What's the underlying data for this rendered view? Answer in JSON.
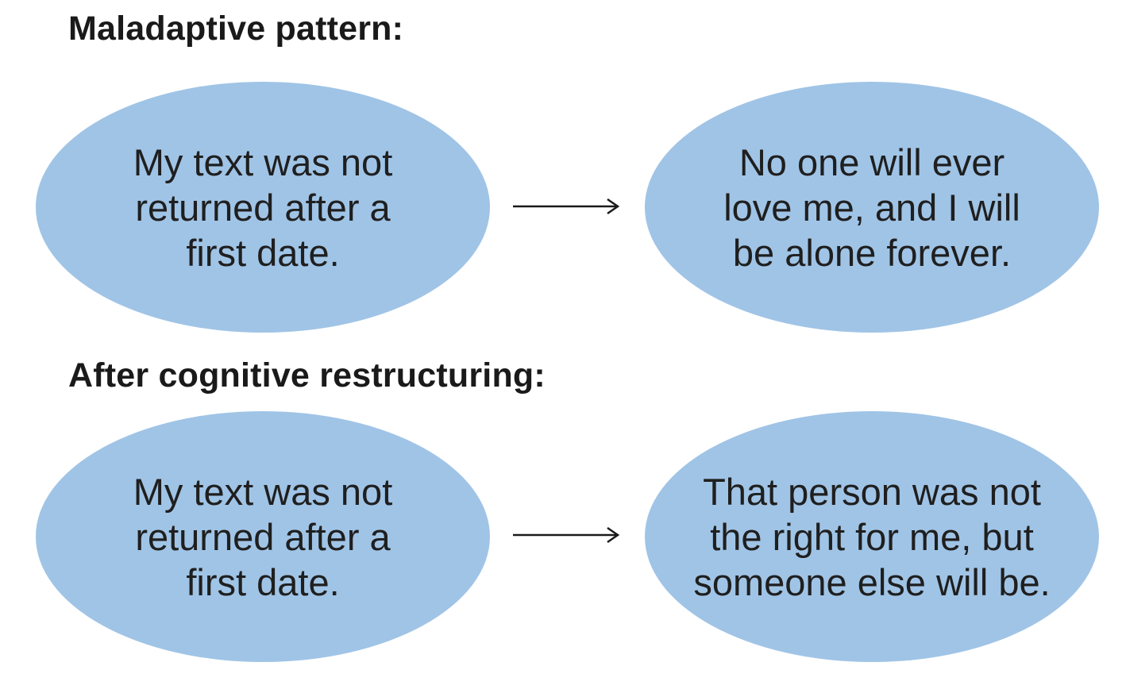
{
  "sections": [
    {
      "title": "Maladaptive pattern:",
      "from_text": "My text was not\nreturned after a\nfirst date.",
      "to_text": "No one will ever\nlove me, and I will\nbe alone forever."
    },
    {
      "title": "After cognitive restructuring:",
      "from_text": "My text was not\nreturned after a\nfirst date.",
      "to_text": "That person was not\nthe right for me, but\nsomeone else will be."
    }
  ],
  "colors": {
    "ellipse_fill": "#a0c4e6",
    "text": "#1f1f1f",
    "arrow": "#1a1a1a"
  },
  "icons": {
    "arrow": "right-arrow-icon"
  }
}
